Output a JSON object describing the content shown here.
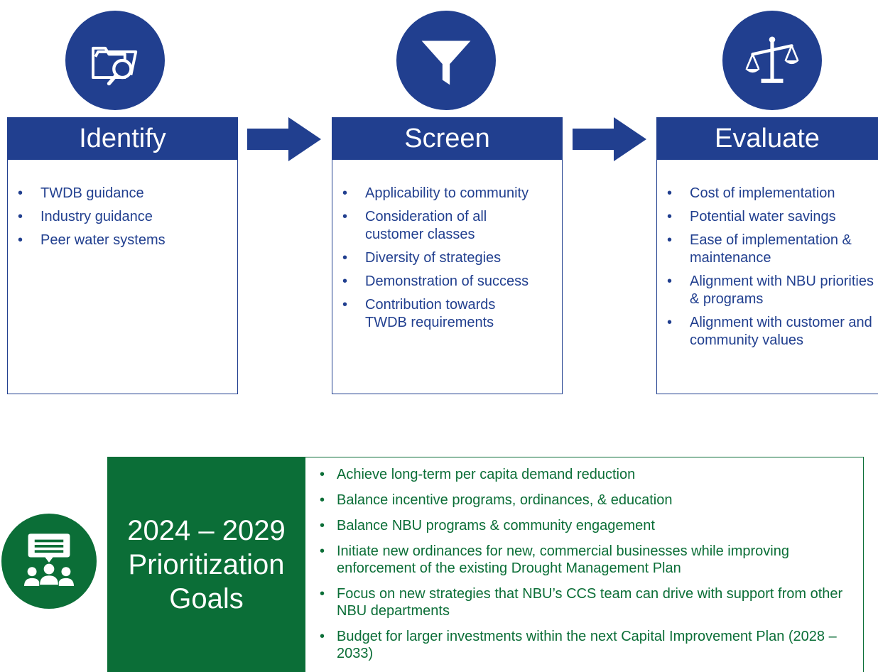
{
  "steps": [
    {
      "title": "Identify",
      "icon": "folder-search-icon",
      "items": [
        "TWDB guidance",
        "Industry guidance",
        "Peer water systems"
      ]
    },
    {
      "title": "Screen",
      "icon": "funnel-icon",
      "items": [
        "Applicability to community",
        "Consideration of all customer classes",
        "Diversity of strategies",
        "Demonstration of success",
        "Contribution towards TWDB requirements"
      ]
    },
    {
      "title": "Evaluate",
      "icon": "scale-icon",
      "items": [
        "Cost of implementation",
        "Potential water savings",
        "Ease of implementation & maintenance",
        "Alignment with NBU priorities & programs",
        "Alignment with customer and community values"
      ]
    }
  ],
  "goals": {
    "title_lines": [
      "2024 – 2029",
      "Prioritization",
      "Goals"
    ],
    "icon": "community-discussion-icon",
    "items": [
      "Achieve long-term per capita demand reduction",
      "Balance incentive programs, ordinances, & education",
      "Balance NBU programs & community engagement",
      "Initiate new ordinances for new, commercial businesses while improving enforcement of the existing Drought Management Plan",
      "Focus on new strategies that NBU’s CCS team can drive with support from other NBU departments",
      "Budget for larger investments within the next Capital Improvement Plan (2028 – 2033)"
    ]
  },
  "colors": {
    "blue": "#213f8f",
    "green": "#0b6e37"
  }
}
